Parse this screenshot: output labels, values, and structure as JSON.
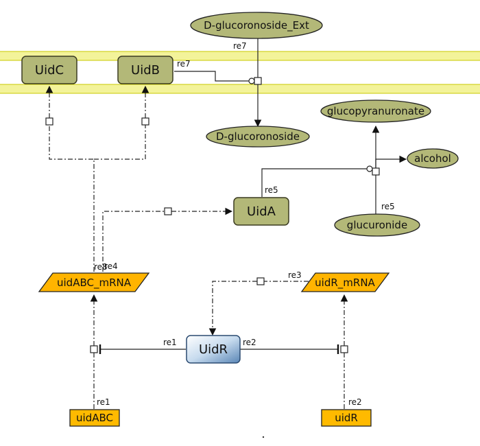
{
  "nodes": {
    "uidc": "UidC",
    "uidb": "UidB",
    "uida": "UidA",
    "uidr_protein": "UidR",
    "d_glucoronoside_ext": "D-glucoronoside_Ext",
    "d_glucoronoside": "D-glucoronoside",
    "glucopyranuronate": "glucopyranuronate",
    "alcohol": "alcohol",
    "glucuronide": "glucuronide",
    "uidabc_mrna": "uidABC_mRNA",
    "uidr_mrna": "uidR_mRNA",
    "uidabc_gene": "uidABC",
    "uidr_gene": "uidR"
  },
  "reactions": {
    "re7_top": "re7",
    "re7_side": "re7",
    "re5_top": "re5",
    "re5_bottom": "re5",
    "re8": "re8",
    "re4": "re4",
    "re3": "re3",
    "re1_top": "re1",
    "re2_top": "re2",
    "re1_bottom": "re1",
    "re2_bottom": "re2"
  },
  "colors": {
    "protein_fill": "#b3b878",
    "protein_stroke": "#3a3a20",
    "simple_fill": "#b3b878",
    "mrna_fill": "#ffb400",
    "gene_fill": "#ffba00",
    "receptor_light": "#e4eef8",
    "receptor_dark": "#5a86b6",
    "membrane": "#f3f39a"
  }
}
